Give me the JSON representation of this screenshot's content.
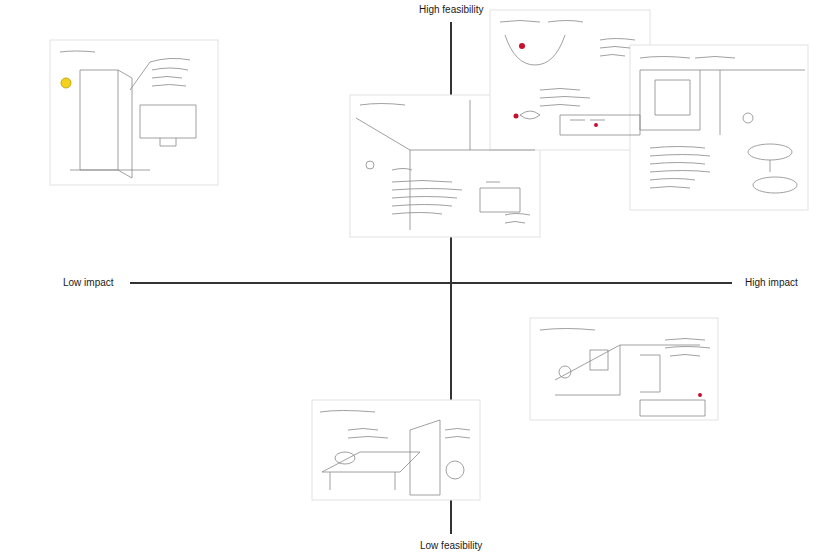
{
  "diagram": {
    "labels": [
      "High feasibility",
      "Low impact",
      "High impact",
      "Low feasibility"
    ]
  }
}
